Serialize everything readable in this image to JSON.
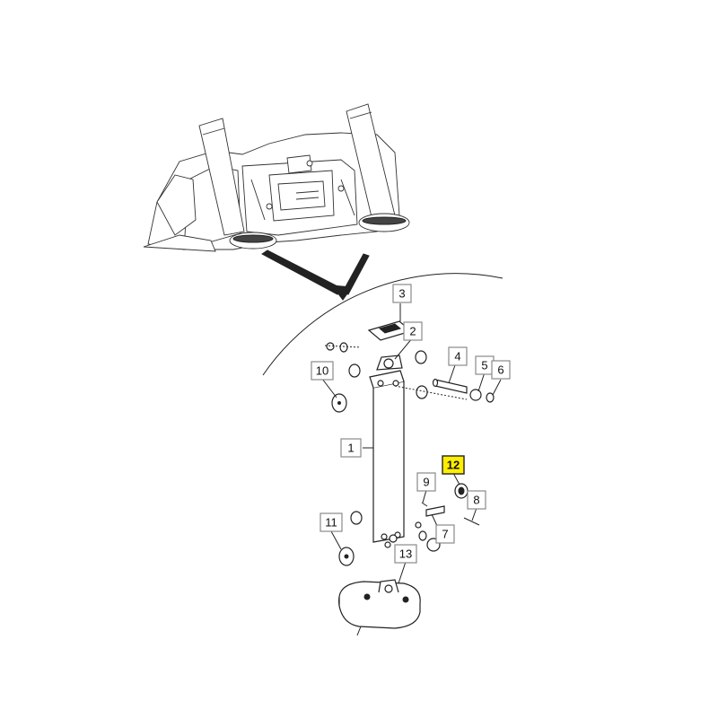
{
  "diagram": {
    "callouts": [
      {
        "id": "1",
        "label": "1"
      },
      {
        "id": "2",
        "label": "2"
      },
      {
        "id": "3",
        "label": "3"
      },
      {
        "id": "4",
        "label": "4"
      },
      {
        "id": "5",
        "label": "5"
      },
      {
        "id": "6",
        "label": "6"
      },
      {
        "id": "7",
        "label": "7"
      },
      {
        "id": "8",
        "label": "8"
      },
      {
        "id": "9",
        "label": "9"
      },
      {
        "id": "10",
        "label": "10"
      },
      {
        "id": "11",
        "label": "11"
      },
      {
        "id": "12",
        "label": "12",
        "highlighted": true
      },
      {
        "id": "13",
        "label": "13"
      }
    ],
    "colors": {
      "highlight": "#ffee00",
      "callout_border": "#8a8a8a",
      "line": "#222222"
    }
  }
}
